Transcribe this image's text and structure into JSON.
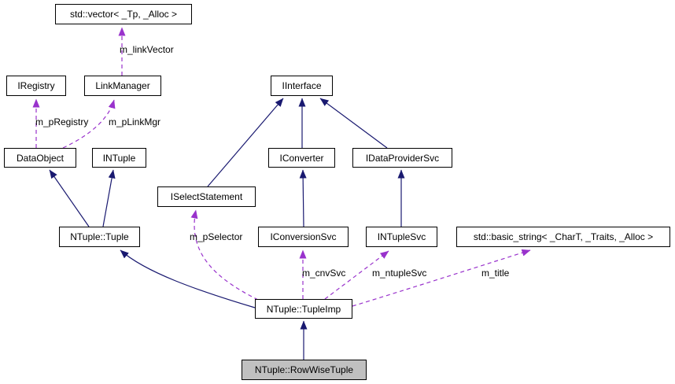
{
  "diagram": {
    "kind": "class collaboration diagram",
    "colors": {
      "inheritance_edge": "#191970",
      "usage_edge": "#9932cc",
      "node_border": "#000000",
      "node_fill": "#ffffff",
      "focus_node_fill": "#c0c0c0",
      "background": "#ffffff"
    },
    "nodes": {
      "std_vector": {
        "label": "std::vector< _Tp, _Alloc >"
      },
      "iregistry": {
        "label": "IRegistry"
      },
      "link_manager": {
        "label": "LinkManager"
      },
      "iinterface": {
        "label": "IInterface"
      },
      "data_object": {
        "label": "DataObject"
      },
      "intuple": {
        "label": "INTuple"
      },
      "iconverter": {
        "label": "IConverter"
      },
      "idata_provider_svc": {
        "label": "IDataProviderSvc"
      },
      "iselect_statement": {
        "label": "ISelectStatement"
      },
      "ntuple_tuple": {
        "label": "NTuple::Tuple"
      },
      "iconversion_svc": {
        "label": "IConversionSvc"
      },
      "intuple_svc": {
        "label": "INTupleSvc"
      },
      "std_basic_string": {
        "label": "std::basic_string< _CharT, _Traits, _Alloc >"
      },
      "ntuple_tupleimp": {
        "label": "NTuple::TupleImp"
      },
      "ntuple_rowwisetuple": {
        "label": "NTuple::RowWiseTuple"
      }
    },
    "edge_labels": {
      "m_linkVector": "m_linkVector",
      "m_pRegistry": "m_pRegistry",
      "m_pLinkMgr": "m_pLinkMgr",
      "m_pSelector": "m_pSelector",
      "m_cnvSvc": "m_cnvSvc",
      "m_ntupleSvc": "m_ntupleSvc",
      "m_title": "m_title"
    }
  }
}
